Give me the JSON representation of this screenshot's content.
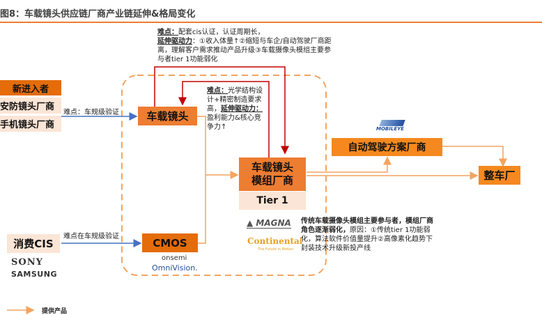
{
  "title": "图8：车载镜头供应链厂商产业链延伸&格局变化",
  "top_note": {
    "difficulty_label": "难点：",
    "difficulty_text": "配套cis认证，认证周期长，",
    "driver_label": "延伸驱动力",
    "driver_text": "：①收入体量↑②缩短与车企/自动驾驶厂商距离，理解客户需求推动产品升级③车载摄像头模组主要参与者tier 1功能弱化"
  },
  "mid_note": {
    "difficulty_label": "难点：",
    "difficulty_text": "光学结构设计+精密制造要求高，",
    "driver_label": "延伸驱动力：",
    "driver_text": "盈利能力&核心竞争力↑"
  },
  "new_entrants": {
    "header": "新进入者",
    "items": [
      "安防镜头厂商",
      "手机镜头厂商"
    ],
    "arrow_label": "难点：车规级验证"
  },
  "consumer_cis": {
    "label": "消费CIS",
    "brands": [
      "SONY",
      "SAMSUNG"
    ],
    "arrow_label": "难点在车规级验证"
  },
  "nodes": {
    "lens": "车载镜头",
    "cmos": "CMOS",
    "module_line1": "车载镜头",
    "module_line2": "模组厂商",
    "tier": "Tier 1",
    "adas": "自动驾驶方案厂商",
    "oem": "整车厂"
  },
  "logos": {
    "mobileye": "MOBILEYE",
    "magna": "MAGNA",
    "continental": "Continental",
    "continental_tagline": "The Future in Motion",
    "onsemi": "onsemi",
    "omnivision": "OmniVision."
  },
  "bottom_note": {
    "bold_text": "传统车载摄像头模组主要参与者，模组厂商角色逐渐弱化，",
    "normal_text": "原因：①传统tier 1功能弱化，算法软件价值量提升②高像素化趋势下封装技术升级新投产线"
  },
  "legend": {
    "label": "提供产品"
  },
  "colors": {
    "accent": "#ed7d31",
    "extension_arrow": "#c00000",
    "entrant_arrow": "#4472c4",
    "peach": "#fbe5d6"
  }
}
